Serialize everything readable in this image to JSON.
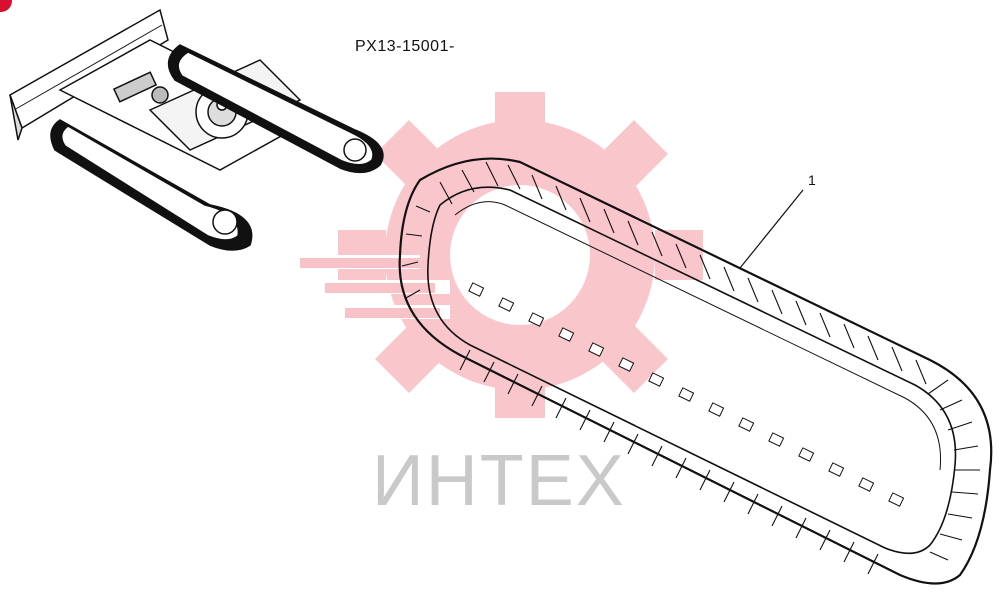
{
  "diagram": {
    "part_code": "PX13-15001-",
    "callouts": [
      {
        "number": "1"
      }
    ]
  },
  "watermark": {
    "text": "ИНТЕХ",
    "color": "#f7b3bc",
    "text_color": "#c9c9c9"
  },
  "icons": {
    "gear": "gear-icon",
    "badge": "red-corner-badge"
  },
  "colors": {
    "line": "#111111",
    "background": "#ffffff",
    "badge": "#d8102f"
  }
}
